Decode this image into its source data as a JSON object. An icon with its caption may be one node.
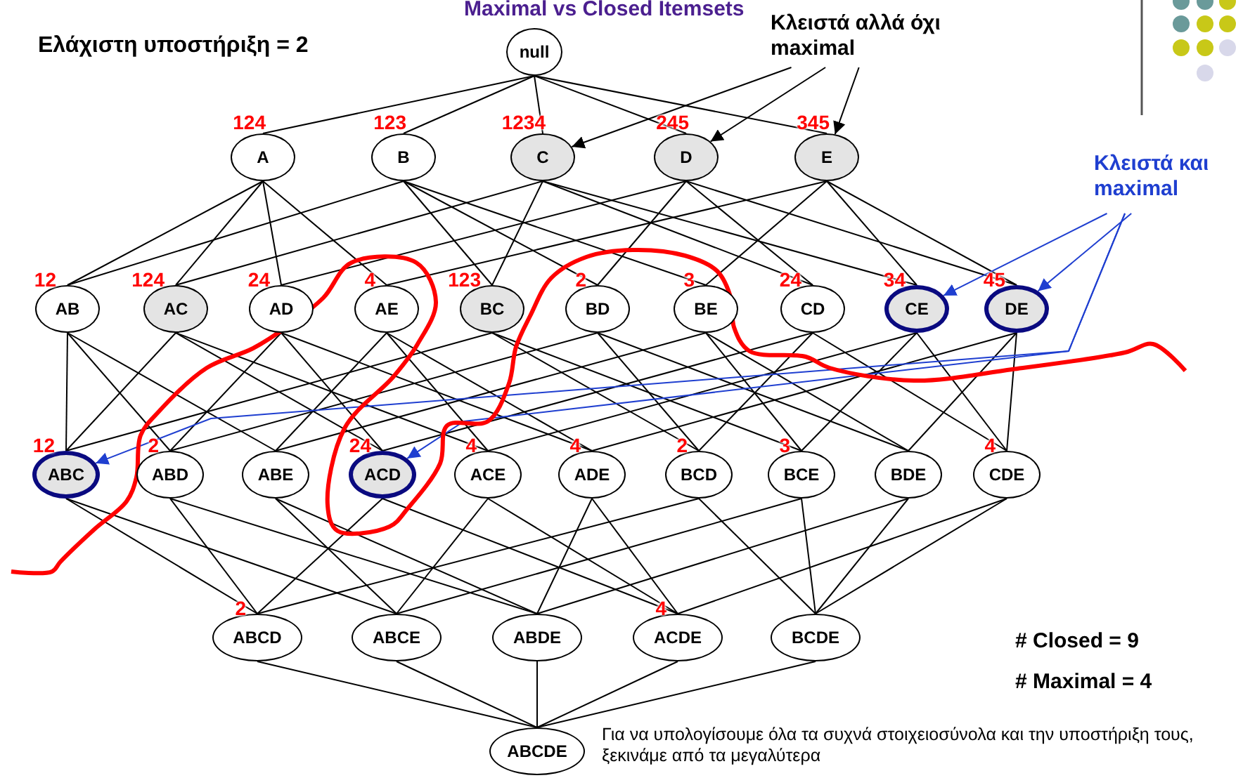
{
  "diagram": {
    "title": "Maximal vs Closed Itemsets",
    "nodes": [
      {
        "text": [
          "null"
        ]
      },
      {
        "text": [
          "A"
        ],
        "beside": [
          "124"
        ]
      },
      {
        "text": [
          "B"
        ],
        "beside": [
          "123"
        ]
      },
      {
        "text": [
          "C"
        ],
        "beside": [
          "1234"
        ]
      },
      {
        "text": [
          "D"
        ],
        "beside": [
          "245"
        ]
      },
      {
        "text": [
          "E"
        ],
        "beside": [
          "345"
        ]
      },
      {
        "text": [
          "AB"
        ],
        "beside": [
          "12"
        ]
      },
      {
        "text": [
          "AC"
        ],
        "beside": [
          "124"
        ]
      },
      {
        "text": [
          "AD"
        ],
        "beside": [
          "24"
        ]
      },
      {
        "text": [
          "AE"
        ],
        "beside": [
          "4"
        ]
      },
      {
        "text": [
          "BC"
        ],
        "beside": [
          "123"
        ]
      },
      {
        "text": [
          "BD"
        ],
        "beside": [
          "2"
        ]
      },
      {
        "text": [
          "BE"
        ],
        "beside": [
          "3"
        ]
      },
      {
        "text": [
          "CD"
        ],
        "beside": [
          "24"
        ]
      },
      {
        "text": [
          "CE"
        ],
        "beside": [
          "34"
        ]
      },
      {
        "text": [
          "DE"
        ],
        "beside": [
          "45"
        ]
      },
      {
        "text": [
          "ABC"
        ],
        "beside": [
          "12"
        ]
      },
      {
        "text": [
          "ABD"
        ],
        "beside": [
          "2"
        ]
      },
      {
        "text": [
          "ABE"
        ]
      },
      {
        "text": [
          "ACD"
        ],
        "beside": [
          "24"
        ]
      },
      {
        "text": [
          "ACE"
        ],
        "beside": [
          "4"
        ]
      },
      {
        "text": [
          "ADE"
        ],
        "beside": [
          "4"
        ]
      },
      {
        "text": [
          "BCD"
        ],
        "beside": [
          "2"
        ]
      },
      {
        "text": [
          "BCE"
        ],
        "beside": [
          "3"
        ]
      },
      {
        "text": [
          "BDE"
        ]
      },
      {
        "text": [
          "CDE"
        ],
        "beside": [
          "4"
        ]
      },
      {
        "text": [
          "ABCD"
        ],
        "beside": [
          "2"
        ]
      },
      {
        "text": [
          "ABCE"
        ]
      },
      {
        "text": [
          "ABDE"
        ]
      },
      {
        "text": [
          "ACDE"
        ],
        "beside": [
          "4"
        ]
      },
      {
        "text": [
          "BCDE"
        ]
      },
      {
        "text": [
          "ABCDE"
        ]
      },
      {
        "text": [
          "Κλειστά αλλά όχι maximal"
        ]
      },
      {
        "text": [
          "Κλειστά και maximal"
        ]
      }
    ],
    "edges": [
      {
        "from": 0,
        "to": 1,
        "arrow": "none"
      },
      {
        "from": 0,
        "to": 2,
        "arrow": "none"
      },
      {
        "from": 0,
        "to": 3,
        "arrow": "none"
      },
      {
        "from": 0,
        "to": 4,
        "arrow": "none"
      },
      {
        "from": 0,
        "to": 5,
        "arrow": "none"
      },
      {
        "from": 1,
        "to": 6,
        "arrow": "none"
      },
      {
        "from": 1,
        "to": 7,
        "arrow": "none"
      },
      {
        "from": 1,
        "to": 8,
        "arrow": "none"
      },
      {
        "from": 1,
        "to": 9,
        "arrow": "none"
      },
      {
        "from": 2,
        "to": 6,
        "arrow": "none"
      },
      {
        "from": 2,
        "to": 10,
        "arrow": "none"
      },
      {
        "from": 2,
        "to": 11,
        "arrow": "none"
      },
      {
        "from": 2,
        "to": 12,
        "arrow": "none"
      },
      {
        "from": 3,
        "to": 7,
        "arrow": "none"
      },
      {
        "from": 3,
        "to": 10,
        "arrow": "none"
      },
      {
        "from": 3,
        "to": 13,
        "arrow": "none"
      },
      {
        "from": 3,
        "to": 14,
        "arrow": "none"
      },
      {
        "from": 4,
        "to": 8,
        "arrow": "none"
      },
      {
        "from": 4,
        "to": 11,
        "arrow": "none"
      },
      {
        "from": 4,
        "to": 13,
        "arrow": "none"
      },
      {
        "from": 4,
        "to": 15,
        "arrow": "none"
      },
      {
        "from": 5,
        "to": 9,
        "arrow": "none"
      },
      {
        "from": 5,
        "to": 12,
        "arrow": "none"
      },
      {
        "from": 5,
        "to": 14,
        "arrow": "none"
      },
      {
        "from": 5,
        "to": 15,
        "arrow": "none"
      },
      {
        "from": 6,
        "to": 16,
        "arrow": "none"
      },
      {
        "from": 6,
        "to": 17,
        "arrow": "none"
      },
      {
        "from": 6,
        "to": 18,
        "arrow": "none"
      },
      {
        "from": 7,
        "to": 16,
        "arrow": "none"
      },
      {
        "from": 7,
        "to": 19,
        "arrow": "none"
      },
      {
        "from": 7,
        "to": 20,
        "arrow": "none"
      },
      {
        "from": 8,
        "to": 17,
        "arrow": "none"
      },
      {
        "from": 8,
        "to": 19,
        "arrow": "none"
      },
      {
        "from": 8,
        "to": 21,
        "arrow": "none"
      },
      {
        "from": 9,
        "to": 18,
        "arrow": "none"
      },
      {
        "from": 9,
        "to": 20,
        "arrow": "none"
      },
      {
        "from": 9,
        "to": 21,
        "arrow": "none"
      },
      {
        "from": 10,
        "to": 16,
        "arrow": "none"
      },
      {
        "from": 10,
        "to": 22,
        "arrow": "none"
      },
      {
        "from": 10,
        "to": 23,
        "arrow": "none"
      },
      {
        "from": 11,
        "to": 17,
        "arrow": "none"
      },
      {
        "from": 11,
        "to": 22,
        "arrow": "none"
      },
      {
        "from": 11,
        "to": 24,
        "arrow": "none"
      },
      {
        "from": 12,
        "to": 18,
        "arrow": "none"
      },
      {
        "from": 12,
        "to": 23,
        "arrow": "none"
      },
      {
        "from": 12,
        "to": 24,
        "arrow": "none"
      },
      {
        "from": 13,
        "to": 19,
        "arrow": "none"
      },
      {
        "from": 13,
        "to": 22,
        "arrow": "none"
      },
      {
        "from": 13,
        "to": 25,
        "arrow": "none"
      },
      {
        "from": 14,
        "to": 20,
        "arrow": "none"
      },
      {
        "from": 14,
        "to": 23,
        "arrow": "none"
      },
      {
        "from": 14,
        "to": 25,
        "arrow": "none"
      },
      {
        "from": 15,
        "to": 21,
        "arrow": "none"
      },
      {
        "from": 15,
        "to": 24,
        "arrow": "none"
      },
      {
        "from": 15,
        "to": 25,
        "arrow": "none"
      },
      {
        "from": 16,
        "to": 26,
        "arrow": "none"
      },
      {
        "from": 16,
        "to": 27,
        "arrow": "none"
      },
      {
        "from": 17,
        "to": 26,
        "arrow": "none"
      },
      {
        "from": 17,
        "to": 28,
        "arrow": "none"
      },
      {
        "from": 18,
        "to": 27,
        "arrow": "none"
      },
      {
        "from": 18,
        "to": 28,
        "arrow": "none"
      },
      {
        "from": 19,
        "to": 26,
        "arrow": "none"
      },
      {
        "from": 19,
        "to": 29,
        "arrow": "none"
      },
      {
        "from": 20,
        "to": 27,
        "arrow": "none"
      },
      {
        "from": 20,
        "to": 29,
        "arrow": "none"
      },
      {
        "from": 21,
        "to": 28,
        "arrow": "none"
      },
      {
        "from": 21,
        "to": 29,
        "arrow": "none"
      },
      {
        "from": 22,
        "to": 26,
        "arrow": "none"
      },
      {
        "from": 22,
        "to": 30,
        "arrow": "none"
      },
      {
        "from": 23,
        "to": 27,
        "arrow": "none"
      },
      {
        "from": 23,
        "to": 30,
        "arrow": "none"
      },
      {
        "from": 24,
        "to": 28,
        "arrow": "none"
      },
      {
        "from": 24,
        "to": 30,
        "arrow": "none"
      },
      {
        "from": 25,
        "to": 29,
        "arrow": "none"
      },
      {
        "from": 25,
        "to": 30,
        "arrow": "none"
      },
      {
        "from": 26,
        "to": 31,
        "arrow": "none"
      },
      {
        "from": 27,
        "to": 31,
        "arrow": "none"
      },
      {
        "from": 28,
        "to": 31,
        "arrow": "none"
      },
      {
        "from": 29,
        "to": 31,
        "arrow": "none"
      },
      {
        "from": 30,
        "to": 31,
        "arrow": "none"
      },
      {
        "from": 32,
        "to": 3,
        "arrow": "to"
      },
      {
        "from": 32,
        "to": 4,
        "arrow": "to"
      },
      {
        "from": 32,
        "to": 5,
        "arrow": "to"
      },
      {
        "from": 33,
        "to": 16,
        "arrow": "to",
        "color": "#1f3fd0"
      },
      {
        "from": 33,
        "to": 19,
        "arrow": "to",
        "color": "#1f3fd0"
      },
      {
        "from": 33,
        "to": 14,
        "arrow": "to",
        "color": "#1f3fd0"
      },
      {
        "from": 33,
        "to": 15,
        "arrow": "to",
        "color": "#1f3fd0"
      }
    ],
    "labels": [
      "Ελάχιστη υποστήριξη = 2",
      "# Closed = 9",
      "# Maximal = 4",
      "Για να υπολογίσουμε όλα τα συχνά στοιχειοσύνολα και την υποστήριξη τους, ξεκινάμε από τα μεγαλύτερα"
    ]
  }
}
